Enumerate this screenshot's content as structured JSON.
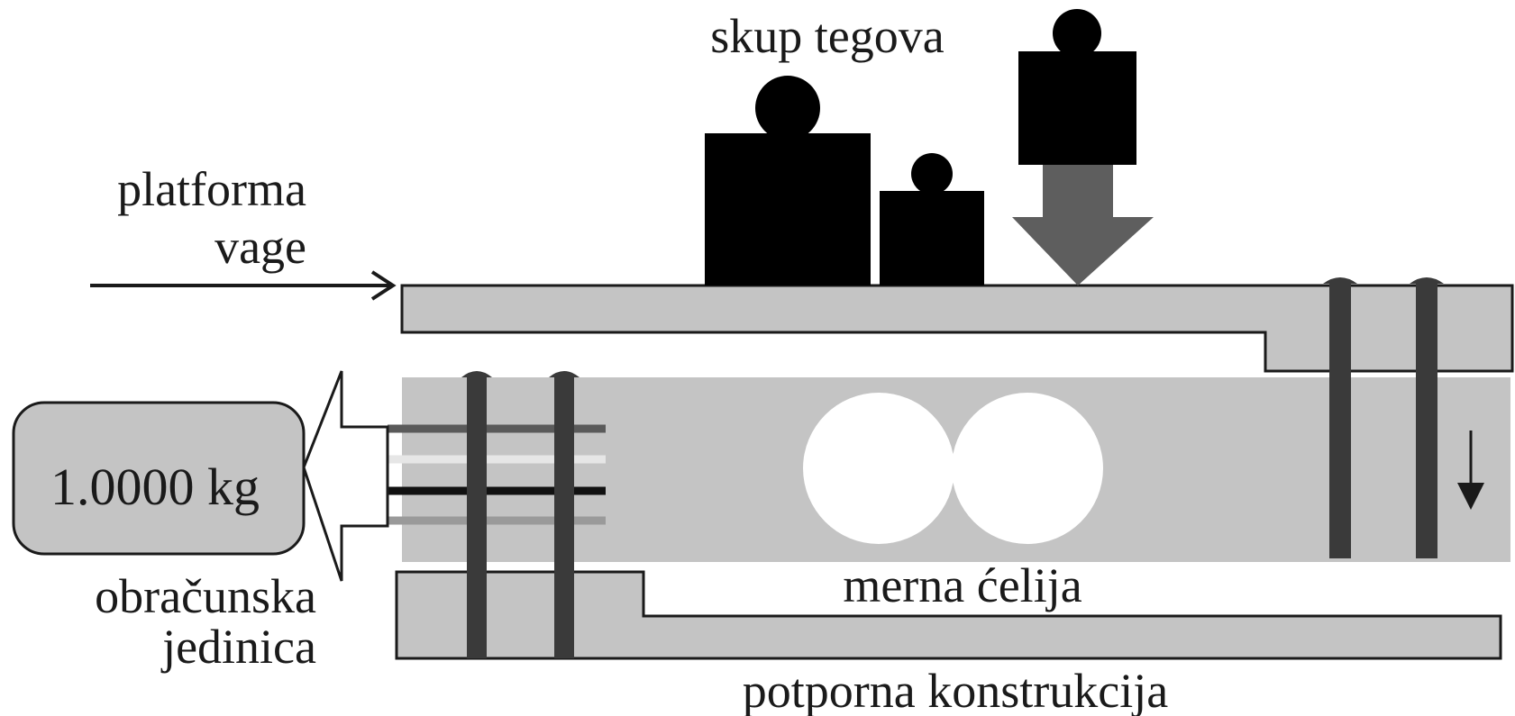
{
  "labels": {
    "weights_set": "skup tegova",
    "platform_line1": "platforma",
    "platform_line2": "vage",
    "display_value": "1.0000 kg",
    "unit_line1": "obračunska",
    "unit_line2": "jedinica",
    "load_cell": "merna ćelija",
    "support": "potporna konstrukcija"
  },
  "colors": {
    "metal": "#c4c4c4",
    "bolt": "#3a3a3a",
    "weight": "#000000",
    "force_arrow": "#5e5e5e",
    "outline": "#1a1a1a",
    "wire_dark_gray": "#5a5a5a",
    "wire_light": "#e6e6e6",
    "wire_black": "#111111",
    "wire_mid_gray": "#9a9a9a"
  },
  "icons": {
    "force": "down-arrow-icon",
    "deflection": "small-down-arrow-icon",
    "pointer": "right-arrow-icon"
  }
}
